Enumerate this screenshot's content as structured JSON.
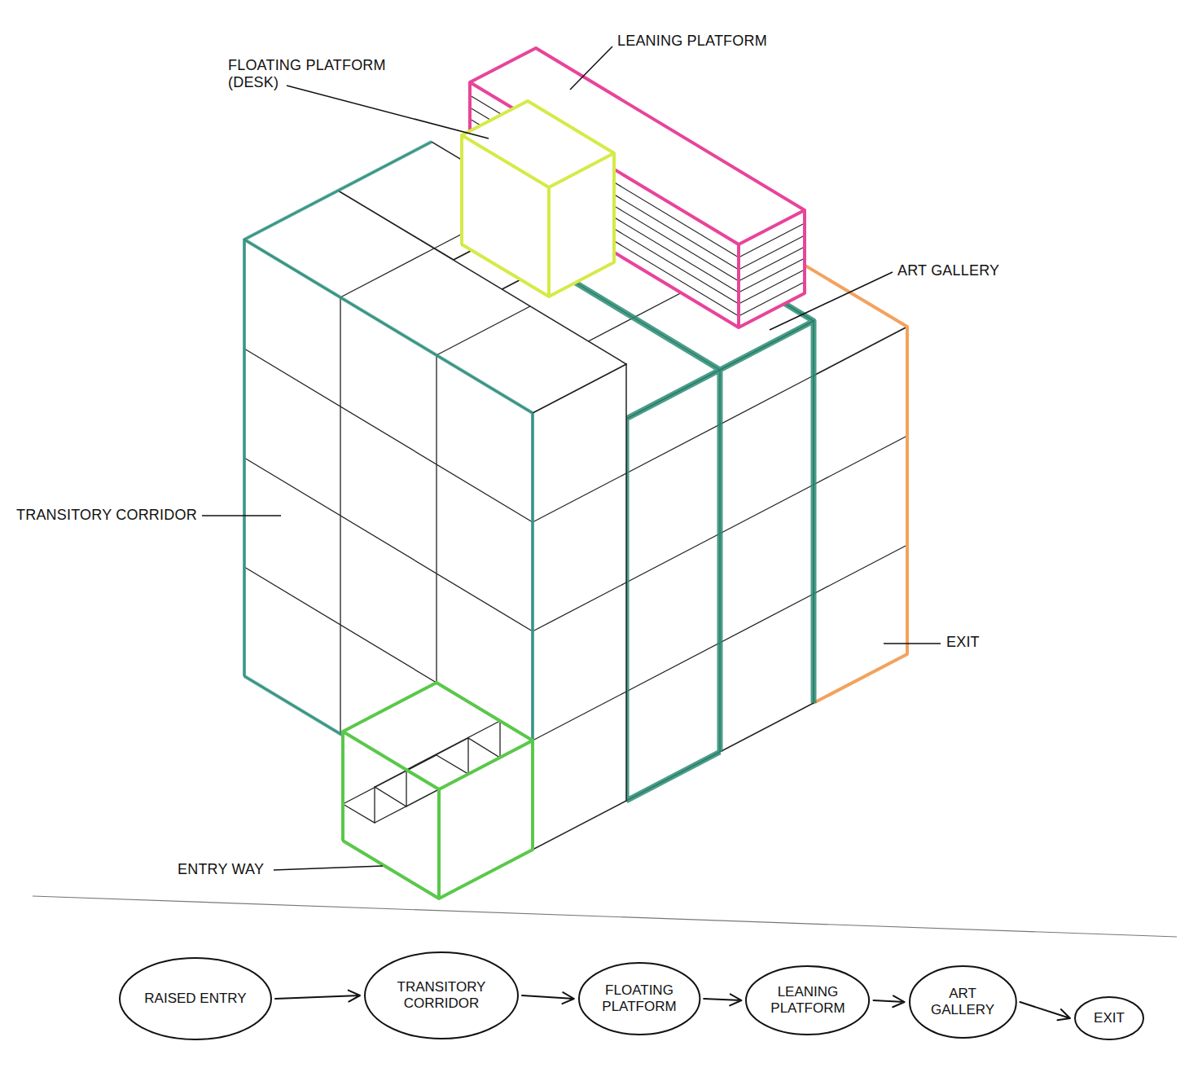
{
  "diagram": {
    "nodes": [
      {
        "text": [
          "RAISED ENTRY"
        ]
      },
      {
        "text": [
          "TRANSITORY CORRIDOR"
        ]
      },
      {
        "text": [
          "FLOATING PLATFORM"
        ]
      },
      {
        "text": [
          "LEANING PLATFORM"
        ]
      },
      {
        "text": [
          "ART GALLERY"
        ]
      },
      {
        "text": [
          "EXIT"
        ]
      }
    ],
    "edges": [
      {
        "from": 0,
        "to": 1,
        "arrow": "to"
      },
      {
        "from": 1,
        "to": 2,
        "arrow": "to"
      },
      {
        "from": 2,
        "to": 3,
        "arrow": "to"
      },
      {
        "from": 3,
        "to": 4,
        "arrow": "to"
      },
      {
        "from": 4,
        "to": 5,
        "arrow": "to"
      }
    ],
    "labels": [
      "FLOATING PLATFORM (DESK)",
      "LEANING PLATFORM",
      "ART GALLERY",
      "TRANSITORY CORRIDOR",
      "EXIT",
      "ENTRY WAY"
    ]
  }
}
